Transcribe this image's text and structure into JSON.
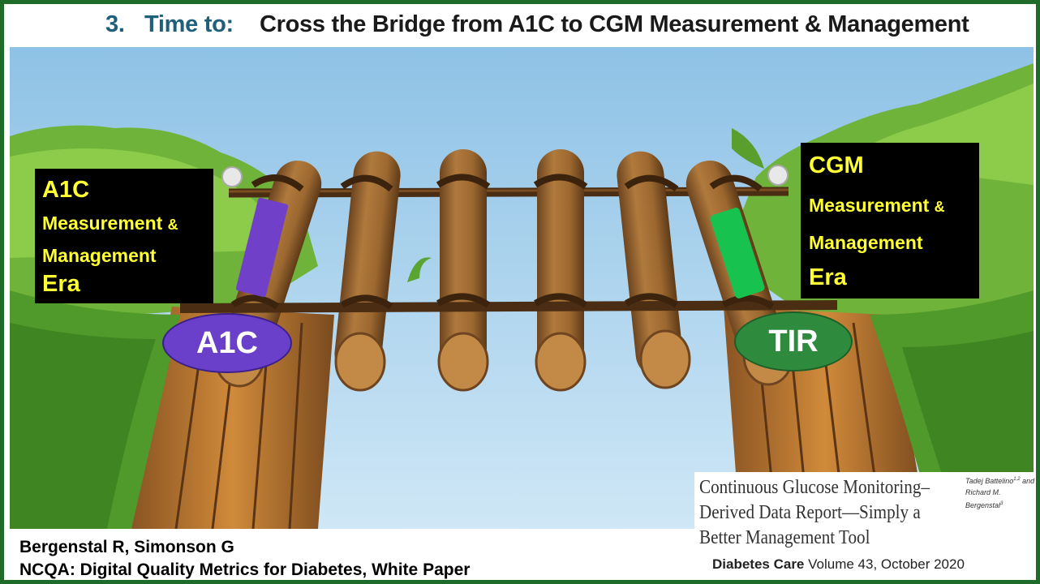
{
  "title": {
    "number": "3.",
    "label": "Time to:",
    "text": "Cross the Bridge from A1C to CGM  Measurement & Management"
  },
  "left_box": {
    "line1": "A1C",
    "line2": "Measurement",
    "amp": "&",
    "line3": "Management",
    "line4": "Era"
  },
  "right_box": {
    "line1": "CGM",
    "line2": "Measurement",
    "amp": "&",
    "line3": "Management",
    "line4": "Era"
  },
  "ovals": {
    "left": "A1C",
    "right": "TIR"
  },
  "colors": {
    "sky": "#a9d2ee",
    "grass": "#6fb33a",
    "wood": "#9b6a34",
    "left_oval": "#6a3fc9",
    "right_oval": "#2e8b3e",
    "left_tag": "#7040c8",
    "right_tag": "#17c24f",
    "box_text": "#ffff33",
    "frame": "#1f6b2a"
  },
  "citation": {
    "line1": "Bergenstal R, Simonson G",
    "line2": "NCQA:  Digital Quality Metrics for Diabetes, White Paper"
  },
  "paper": {
    "title_line1": "Continuous Glucose Monitoring–",
    "title_line2": "Derived Data Report—Simply a",
    "title_line3": "Better Management Tool",
    "author1": "Tadej Battelino",
    "author1_sup": "1,2",
    "author1_suffix": " and",
    "author2": "Richard M. Bergenstal",
    "author2_sup": "3",
    "journal_name": "Diabetes Care",
    "journal_rest": " Volume 43, October 2020"
  }
}
